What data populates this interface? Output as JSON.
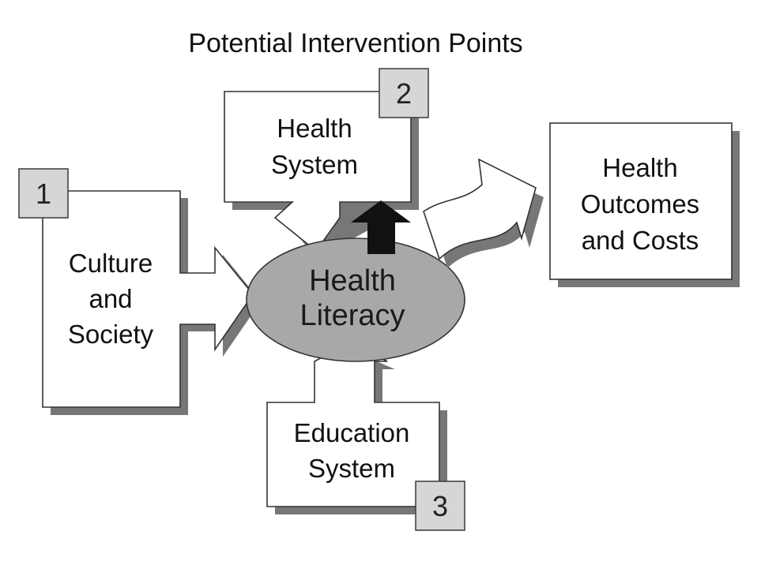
{
  "title": "Potential Intervention Points",
  "nodes": {
    "culture": {
      "lines": [
        "Culture",
        "and",
        "Society"
      ],
      "number": "1"
    },
    "health_system": {
      "lines": [
        "Health",
        "System"
      ],
      "number": "2"
    },
    "education": {
      "lines": [
        "Education",
        "System"
      ],
      "number": "3"
    },
    "outcomes": {
      "lines": [
        "Health",
        "Outcomes",
        "and Costs"
      ]
    },
    "literacy": {
      "lines": [
        "Health",
        "Literacy"
      ]
    }
  },
  "colors": {
    "oval_fill": "#a8a8a8",
    "number_box_fill": "#d6d6d6",
    "shadow": "#777777",
    "arrow": "#111111"
  }
}
